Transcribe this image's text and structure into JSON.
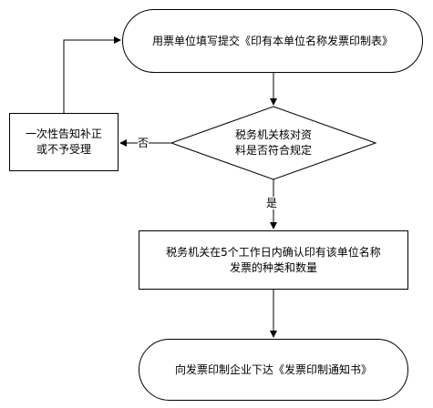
{
  "flowchart": {
    "start": "用票单位填写提交《印有本单位名称发票印制表》",
    "decision": [
      "税务机关核对资",
      "料是否符合规定"
    ],
    "reject": [
      "一次性告知补正",
      "或不予受理"
    ],
    "process": [
      "税务机关在5个工作日内确认印有该单位名称",
      "发票的种类和数量"
    ],
    "end": "向发票印制企业下达《发票印制通知书》",
    "label_no": "否",
    "label_yes": "是"
  }
}
